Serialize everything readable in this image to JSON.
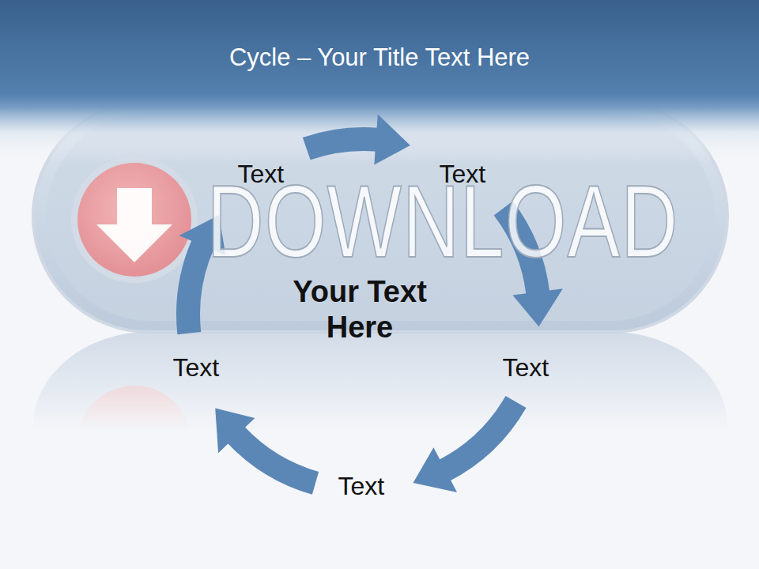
{
  "diagram": {
    "title": "Cycle – Your Title Text Here",
    "nodes": [
      {
        "text": [
          "Text"
        ]
      },
      {
        "text": [
          "Text"
        ]
      },
      {
        "text": [
          "Text"
        ]
      },
      {
        "text": [
          "Text"
        ]
      },
      {
        "text": [
          "Text"
        ]
      }
    ],
    "edges": [
      {
        "from": 0,
        "to": 1,
        "arrow": "to"
      },
      {
        "from": 1,
        "to": 2,
        "arrow": "to"
      },
      {
        "from": 2,
        "to": 3,
        "arrow": "to"
      },
      {
        "from": 3,
        "to": 4,
        "arrow": "to"
      },
      {
        "from": 4,
        "to": 0,
        "arrow": "to"
      }
    ],
    "labels": [
      "DOWNLOAD",
      "Your Text Here"
    ]
  }
}
